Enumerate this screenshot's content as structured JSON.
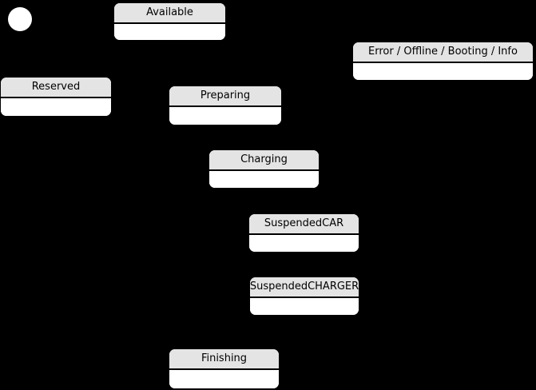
{
  "diagram": {
    "type": "uml-state-diagram",
    "background_color": "#000000",
    "node_fill_color": "#ffffff",
    "node_header_fill_color": "#e4e4e4",
    "node_border_color": "#000000",
    "text_color": "#000000",
    "initial_state": {
      "shape": "filled-circle",
      "color": "#ffffff"
    },
    "states": [
      {
        "name": "Available"
      },
      {
        "name": "Error / Offline / Booting / Info"
      },
      {
        "name": "Reserved"
      },
      {
        "name": "Preparing"
      },
      {
        "name": "Charging"
      },
      {
        "name": "SuspendedCAR"
      },
      {
        "name": "SuspendedCHARGER"
      },
      {
        "name": "Finishing"
      }
    ]
  }
}
